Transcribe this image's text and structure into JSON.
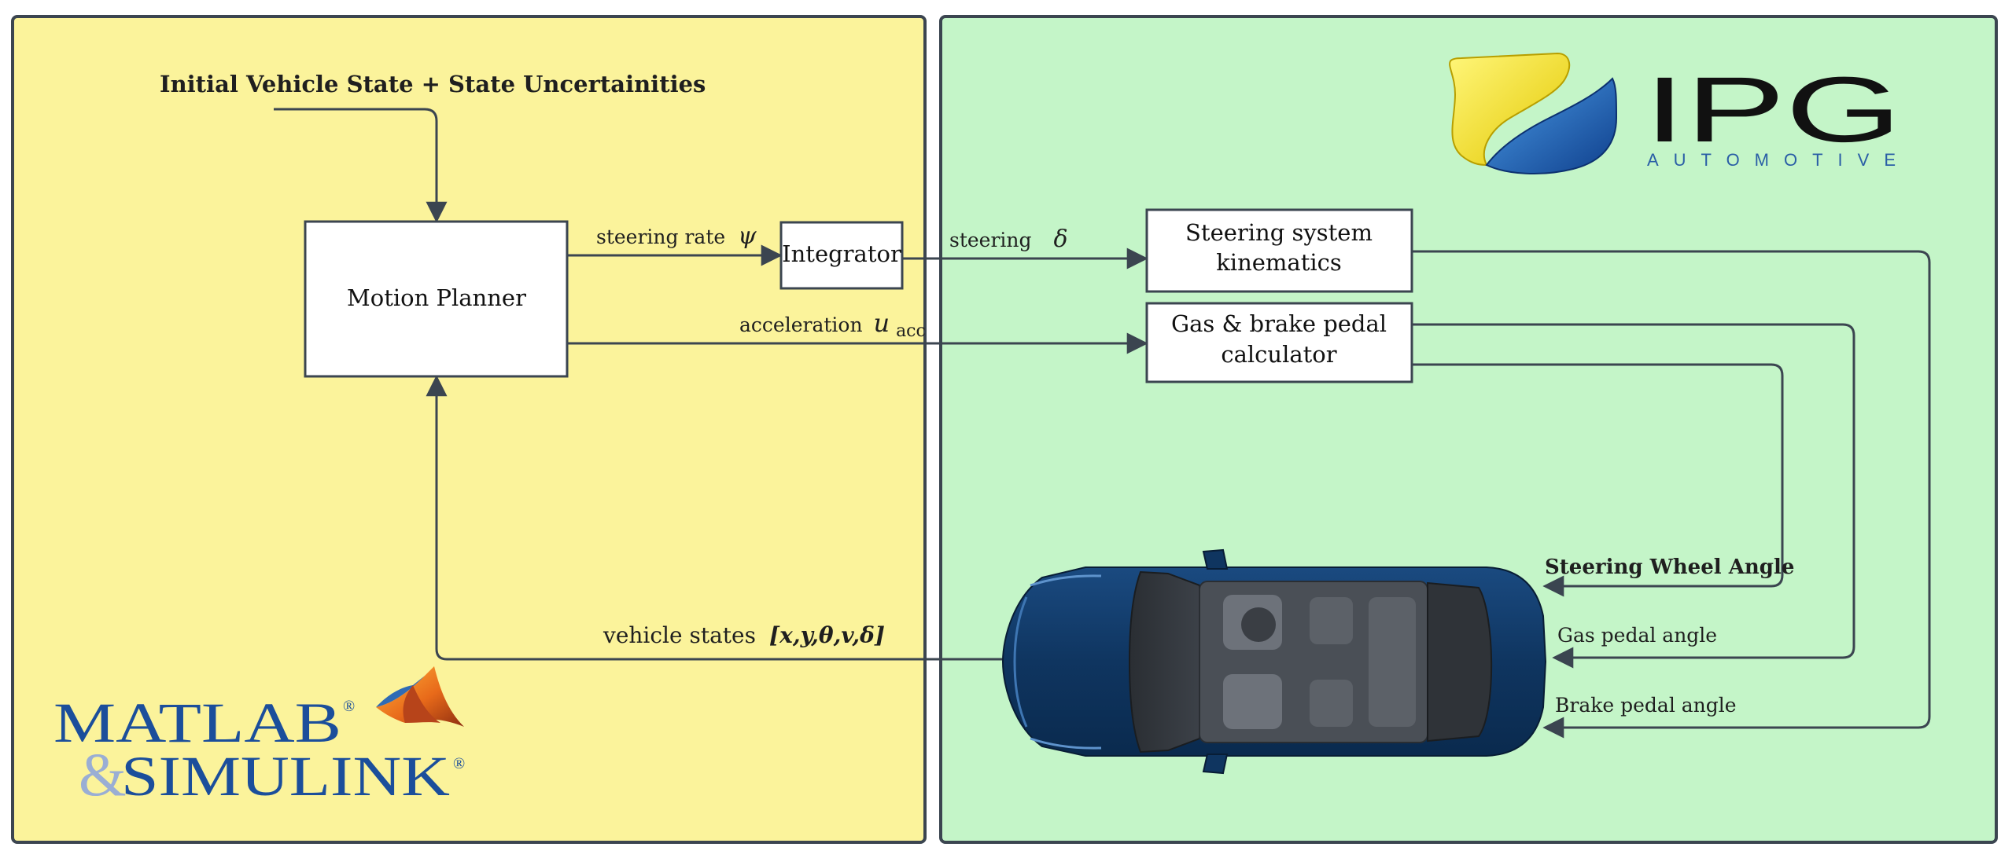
{
  "colors": {
    "left_panel_fill": "#fbf39b",
    "right_panel_fill": "#c4f5c8",
    "panel_border": "#3b4550",
    "arrow": "#3b4550",
    "matlab_blue": "#1b4e9b",
    "ipg_yellow": "#f4e21c",
    "ipg_blue": "#1e63b8",
    "ipg_text": "#111111",
    "ipg_subtext": "#2a5ea6",
    "car_body": "#123a66"
  },
  "top_input": {
    "label": "Initial Vehicle State + State Uncertainities"
  },
  "blocks": {
    "motion_planner": "Motion Planner",
    "integrator": "Integrator",
    "steering_kinematics": [
      "Steering system",
      "kinematics"
    ],
    "pedal_calculator": [
      "Gas & brake pedal",
      "calculator"
    ]
  },
  "signals": {
    "steering_rate_text": "steering rate",
    "steering_rate_symbol": "ψ",
    "steering_text": "steering",
    "steering_symbol": "δ",
    "acceleration_text": "acceleration",
    "acceleration_symbol": "u",
    "acceleration_subscript": "acc",
    "vehicle_states_text": "vehicle states",
    "vehicle_states_vector": "[x,y,θ,v,δ]",
    "steering_wheel_angle": "Steering Wheel Angle",
    "gas_pedal_angle": "Gas pedal angle",
    "brake_pedal_angle": "Brake pedal angle"
  },
  "logos": {
    "matlab_line1": "MATLAB",
    "matlab_amp": "&",
    "matlab_line2": "SIMULINK",
    "registered": "®",
    "ipg_main": "IPG",
    "ipg_sub": "AUTOMOTIVE"
  },
  "icons": {
    "matlab_membrane": "matlab-membrane-icon",
    "ipg_swoosh": "ipg-swoosh-icon",
    "car": "car-top-view-icon"
  }
}
